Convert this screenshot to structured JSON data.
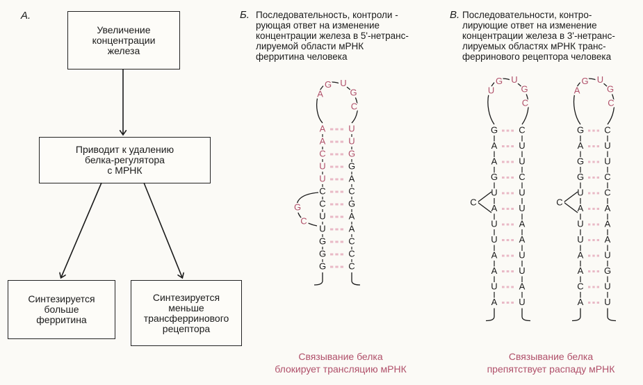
{
  "panel_a": {
    "letter": "А.",
    "box1": "Увеличение\nконцентрации\nжелеза",
    "box2": "Приводит к удалению\nбелка-регулятора\nс МРНК",
    "box3": "Синтезируется\nбольше\nферритина",
    "box4": "Синтезируется\nменьше\nтрансферринового\nрецептора"
  },
  "panel_b": {
    "letter": "Б.",
    "header": "Последовательность, контроли -\nрующая ответ  на изменение\nконцентрации железа в 5'-нетранс-\nлируемой области мРНК\nферритина человека",
    "caption": "Связывание белка\nблокирует трансляцию мРНК",
    "loop": [
      "A",
      "G",
      "U",
      "G",
      "C"
    ],
    "left_stem": [
      "A",
      "A",
      "C",
      "U",
      "U",
      "C",
      "C",
      "U",
      "U",
      "G",
      "G",
      "G"
    ],
    "right_stem": [
      "U",
      "U",
      "G",
      "G",
      "A",
      "C",
      "G",
      "A",
      "A",
      "C",
      "C",
      "C"
    ],
    "bulge": [
      "G",
      "C"
    ]
  },
  "panel_c": {
    "letter": "В.",
    "header": "Последовательности, контро-\nлирующие ответ на изменение\nконцентрации железа в 3'-нетранс-\nлируемых областях мРНК транс-\nферринового рецептора человека",
    "caption": "Связывание белка\nпрепятствует распаду мРНК",
    "loop": [
      "U",
      "G",
      "U",
      "G",
      "C"
    ],
    "left_stem": [
      "G",
      "A",
      "A",
      "G",
      "U",
      "A",
      "U",
      "U",
      "A",
      "A",
      "U",
      "A"
    ],
    "right_stem": [
      "C",
      "U",
      "U",
      "C",
      "U",
      "U",
      "A",
      "A",
      "U",
      "U",
      "A",
      "U"
    ],
    "bulge": "C",
    "loop2": [
      "A",
      "G",
      "U",
      "G",
      "C"
    ],
    "left_stem2": [
      "G",
      "A",
      "G",
      "G",
      "U",
      "A",
      "U",
      "U",
      "A",
      "A",
      "C",
      "A"
    ],
    "right_stem2": [
      "C",
      "U",
      "U",
      "C",
      "C",
      "A",
      "A",
      "A",
      "U",
      "G",
      "U",
      "U"
    ],
    "bulge2": "C"
  },
  "colors": {
    "red": "#b0506a",
    "pair": "#e9b9c6",
    "ink": "#1a1a1a"
  }
}
